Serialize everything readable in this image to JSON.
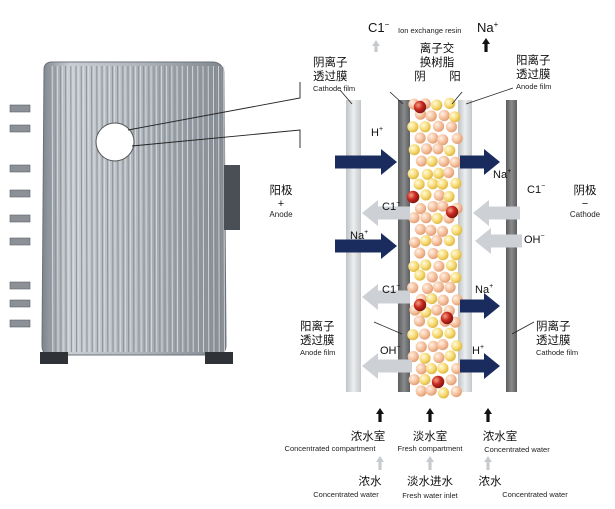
{
  "labels": {
    "cl_top": "C1",
    "cl_top_sup": "−",
    "resin_en": "Ion exchange resin",
    "na_top": "Na",
    "na_top_sup": "+",
    "resin_zh1": "离子交",
    "resin_zh2": "换树脂",
    "resin_yin": "阴",
    "resin_yang": "阳",
    "tl_zh1": "阴离子",
    "tl_zh2": "透过膜",
    "tl_en": "Cathode film",
    "tr_zh1": "阳离子",
    "tr_zh2": "透过膜",
    "tr_en": "Anode film",
    "anode_zh": "阳极",
    "anode_sign": "+",
    "anode_en": "Anode",
    "cathode_zh": "阴极",
    "cathode_sign": "−",
    "cathode_en": "Cathode",
    "h_left": "H",
    "h_left_sup": "+",
    "na_right1": "Na",
    "na_right1_sup": "+",
    "cl_right1": "C1",
    "cl_right1_sup": "−",
    "cl_left1": "C1",
    "cl_left1_sup": "−",
    "na_left": "Na",
    "na_left_sup": "+",
    "oh_right": "OH",
    "oh_right_sup": "−",
    "cl_left2": "C1",
    "cl_left2_sup": "−",
    "na_right2": "Na",
    "na_right2_sup": "+",
    "oh_left": "OH",
    "oh_left_sup": "−",
    "h_right": "H",
    "h_right_sup": "+",
    "bl_zh1": "阳离子",
    "bl_zh2": "透过膜",
    "bl_en": "Anode film",
    "br_zh1": "阴离子",
    "br_zh2": "透过膜",
    "br_en": "Cathode film",
    "conc_l_zh": "浓水室",
    "conc_l_en": "Concentrated compartment",
    "fresh_zh": "淡水室",
    "fresh_en": "Fresh compartment",
    "conc_r_zh": "浓水室",
    "conc_r_en": "Concentrated water",
    "conc_water_l_zh": "浓水",
    "conc_water_l_en": "Concentrated water",
    "fresh_inlet_zh": "淡水进水",
    "fresh_inlet_en": "Fresh water inlet",
    "conc_water_r_zh": "浓水",
    "conc_water_r_en": "Concentrated water"
  },
  "colors": {
    "arrow_dark": "#1a2c5e",
    "arrow_light": "#cdd0d4",
    "membrane": "#d9dcdd",
    "electrode": "#6f7072",
    "bead_red": "#c8281f",
    "bead_peach": "#f6c3a0",
    "bead_yellow": "#f7dc78",
    "module_body": "#a9afb6"
  }
}
